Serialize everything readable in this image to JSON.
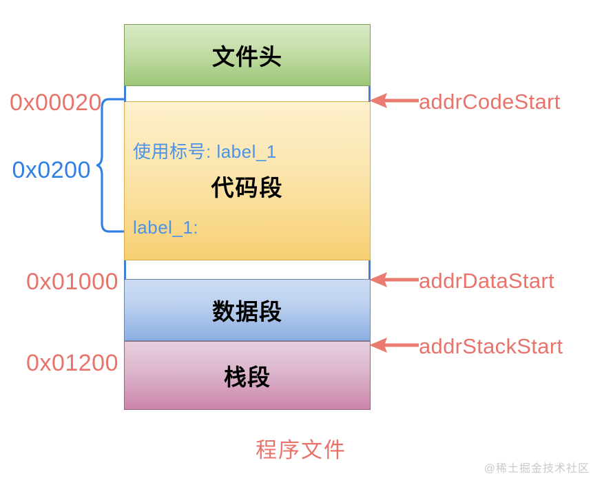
{
  "diagram": {
    "caption": "程序文件",
    "watermark": "@稀土掘金技术社区",
    "segments": [
      {
        "key": "header",
        "label": "文件头",
        "color": "#9cc677"
      },
      {
        "key": "code",
        "label": "代码段",
        "color": "#f7cf72"
      },
      {
        "key": "data",
        "label": "数据段",
        "color": "#8cafe2"
      },
      {
        "key": "stack",
        "label": "栈段",
        "color": "#cd85aa"
      }
    ],
    "code_segment": {
      "note_top": "使用标号: label_1",
      "title": "代码段",
      "note_bottom": "label_1:"
    },
    "addresses": [
      {
        "key": "code_start",
        "value": "0x00020",
        "color": "#e8736a"
      },
      {
        "key": "code_size",
        "value": "0x0200",
        "color": "#2f7fe5"
      },
      {
        "key": "data_start",
        "value": "0x01000",
        "color": "#e8736a"
      },
      {
        "key": "stack_start",
        "value": "0x01200",
        "color": "#e8736a"
      }
    ],
    "pointers": [
      {
        "key": "code",
        "label": "addrCodeStart",
        "color": "#e8736a"
      },
      {
        "key": "data",
        "label": "addrDataStart",
        "color": "#e8736a"
      },
      {
        "key": "stack",
        "label": "addrStackStart",
        "color": "#e8736a"
      }
    ]
  }
}
